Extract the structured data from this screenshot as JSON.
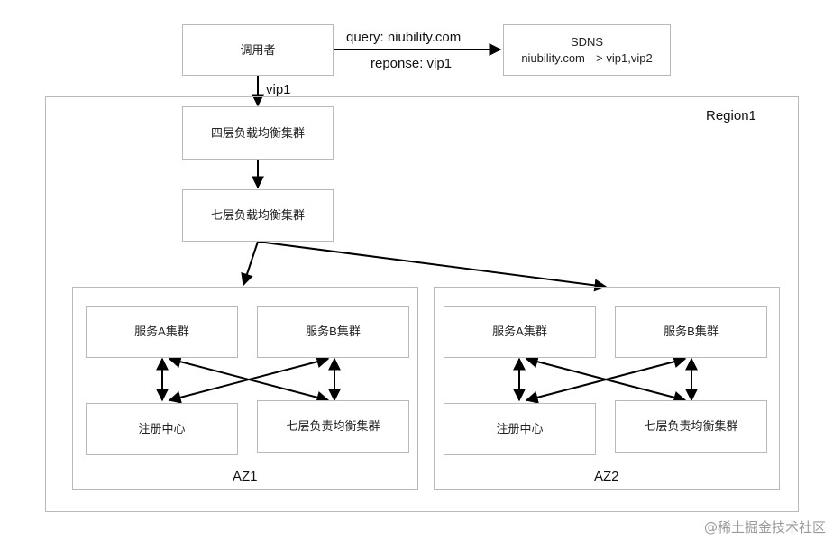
{
  "caller": "调用者",
  "sdns": {
    "title": "SDNS",
    "mapping": "niubility.com --> vip1,vip2"
  },
  "edges": {
    "query": "query: niubility.com",
    "response": "reponse: vip1",
    "vip": "vip1"
  },
  "region": {
    "label": "Region1"
  },
  "l4": "四层负载均衡集群",
  "l7": "七层负载均衡集群",
  "az1": {
    "label": "AZ1",
    "serviceA": "服务A集群",
    "serviceB": "服务B集群",
    "registry": "注册中心",
    "l7lb": "七层负责均衡集群"
  },
  "az2": {
    "label": "AZ2",
    "serviceA": "服务A集群",
    "serviceB": "服务B集群",
    "registry": "注册中心",
    "l7lb": "七层负责均衡集群"
  },
  "watermark": "@稀土掘金技术社区"
}
